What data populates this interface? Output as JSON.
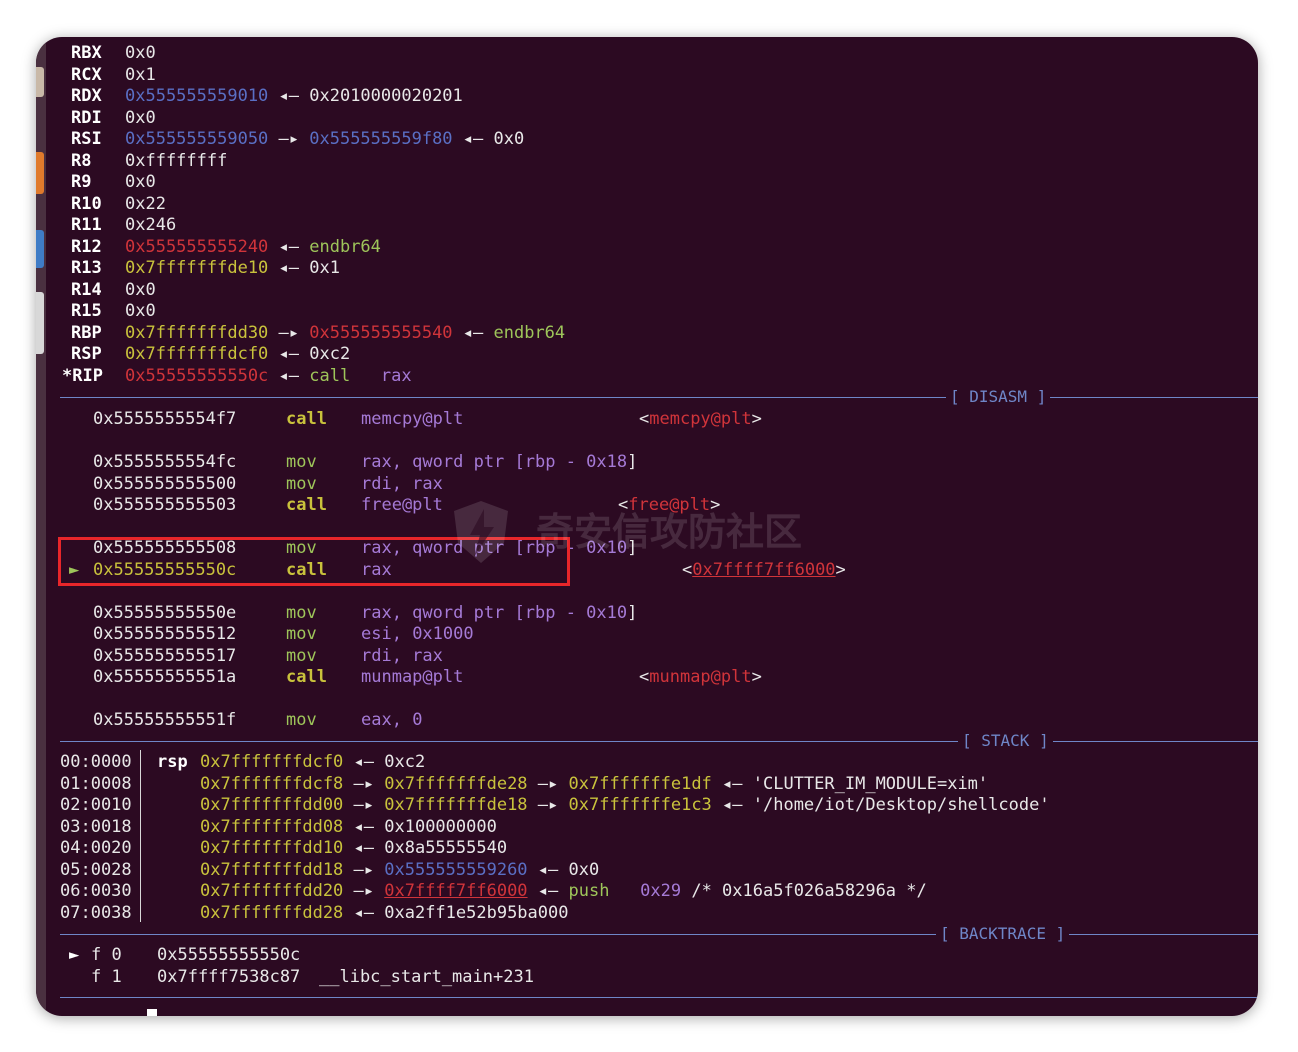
{
  "registers": [
    {
      "name": "RBX",
      "parts": [
        {
          "t": "0x0",
          "c": "w"
        }
      ]
    },
    {
      "name": "RCX",
      "parts": [
        {
          "t": "0x1",
          "c": "w"
        }
      ]
    },
    {
      "name": "RDX",
      "parts": [
        {
          "t": "0x555555559010",
          "c": "b"
        },
        {
          "t": " ◂— ",
          "c": "w"
        },
        {
          "t": "0x2010000020201",
          "c": "w"
        }
      ]
    },
    {
      "name": "RDI",
      "parts": [
        {
          "t": "0x0",
          "c": "w"
        }
      ]
    },
    {
      "name": "RSI",
      "parts": [
        {
          "t": "0x555555559050",
          "c": "b"
        },
        {
          "t": " —▸ ",
          "c": "w"
        },
        {
          "t": "0x555555559f80",
          "c": "b"
        },
        {
          "t": " ◂— ",
          "c": "w"
        },
        {
          "t": "0x0",
          "c": "w"
        }
      ]
    },
    {
      "name": "R8",
      "parts": [
        {
          "t": "0xffffffff",
          "c": "w"
        }
      ]
    },
    {
      "name": "R9",
      "parts": [
        {
          "t": "0x0",
          "c": "w"
        }
      ]
    },
    {
      "name": "R10",
      "parts": [
        {
          "t": "0x22",
          "c": "w"
        }
      ]
    },
    {
      "name": "R11",
      "parts": [
        {
          "t": "0x246",
          "c": "w"
        }
      ]
    },
    {
      "name": "R12",
      "parts": [
        {
          "t": "0x555555555240",
          "c": "r"
        },
        {
          "t": " ◂— ",
          "c": "w"
        },
        {
          "t": "endbr64",
          "c": "g"
        }
      ]
    },
    {
      "name": "R13",
      "parts": [
        {
          "t": "0x7fffffffde10",
          "c": "y"
        },
        {
          "t": " ◂— ",
          "c": "w"
        },
        {
          "t": "0x1",
          "c": "w"
        }
      ]
    },
    {
      "name": "R14",
      "parts": [
        {
          "t": "0x0",
          "c": "w"
        }
      ]
    },
    {
      "name": "R15",
      "parts": [
        {
          "t": "0x0",
          "c": "w"
        }
      ]
    },
    {
      "name": "RBP",
      "parts": [
        {
          "t": "0x7fffffffdd30",
          "c": "y"
        },
        {
          "t": " —▸ ",
          "c": "w"
        },
        {
          "t": "0x555555555540",
          "c": "r"
        },
        {
          "t": " ◂— ",
          "c": "w"
        },
        {
          "t": "endbr64",
          "c": "g"
        }
      ]
    },
    {
      "name": "RSP",
      "parts": [
        {
          "t": "0x7fffffffdcf0",
          "c": "y"
        },
        {
          "t": " ◂— ",
          "c": "w"
        },
        {
          "t": "0xc2",
          "c": "w"
        }
      ]
    },
    {
      "name": "*RIP",
      "parts": [
        {
          "t": "0x55555555550c",
          "c": "r"
        },
        {
          "t": " ◂— ",
          "c": "w"
        },
        {
          "t": "call   ",
          "c": "g"
        },
        {
          "t": "rax",
          "c": "m"
        }
      ]
    }
  ],
  "sections": {
    "disasm": "[ DISASM ]",
    "stack": "[ STACK ]",
    "backtrace": "[ BACKTRACE ]"
  },
  "disasm": [
    {
      "addr": "0x5555555554f7",
      "op": "call",
      "args": [
        {
          "t": "memcpy@plt",
          "c": "m"
        }
      ],
      "ann": [
        {
          "t": "<",
          "c": "w"
        },
        {
          "t": "memcpy@plt",
          "c": "r"
        },
        {
          "t": ">",
          "c": "w"
        }
      ],
      "ann_col": "a"
    },
    {
      "gap": true
    },
    {
      "addr": "0x5555555554fc",
      "op": "mov",
      "args": [
        {
          "t": "rax, qword ptr [rbp - ",
          "c": "m"
        },
        {
          "t": "0x18",
          "c": "m"
        },
        {
          "t": "]",
          "c": "w"
        }
      ]
    },
    {
      "addr": "0x555555555500",
      "op": "mov",
      "args": [
        {
          "t": "rdi, rax",
          "c": "m"
        }
      ]
    },
    {
      "addr": "0x555555555503",
      "op": "call",
      "args": [
        {
          "t": "free@plt",
          "c": "m"
        }
      ],
      "ann": [
        {
          "t": "<",
          "c": "w"
        },
        {
          "t": "free@plt",
          "c": "r"
        },
        {
          "t": ">",
          "c": "w"
        }
      ],
      "ann_col": "b"
    },
    {
      "gap": true
    },
    {
      "addr": "0x555555555508",
      "op": "mov",
      "args": [
        {
          "t": "rax, qword ptr [rbp - ",
          "c": "m"
        },
        {
          "t": "0x10",
          "c": "m"
        },
        {
          "t": "]",
          "c": "w"
        }
      ]
    },
    {
      "addr": "0x55555555550c",
      "op": "call",
      "current": true,
      "args": [
        {
          "t": "rax",
          "c": "m"
        }
      ],
      "ann": [
        {
          "t": "<",
          "c": "w"
        },
        {
          "t": "0x7ffff7ff6000",
          "c": "r ul"
        },
        {
          "t": ">",
          "c": "w"
        }
      ],
      "ann_col": "c"
    },
    {
      "gap": true
    },
    {
      "addr": "0x55555555550e",
      "op": "mov",
      "args": [
        {
          "t": "rax, qword ptr [rbp - ",
          "c": "m"
        },
        {
          "t": "0x10",
          "c": "m"
        },
        {
          "t": "]",
          "c": "w"
        }
      ]
    },
    {
      "addr": "0x555555555512",
      "op": "mov",
      "args": [
        {
          "t": "esi, ",
          "c": "m"
        },
        {
          "t": "0x1000",
          "c": "m"
        }
      ]
    },
    {
      "addr": "0x555555555517",
      "op": "mov",
      "args": [
        {
          "t": "rdi, rax",
          "c": "m"
        }
      ]
    },
    {
      "addr": "0x55555555551a",
      "op": "call",
      "args": [
        {
          "t": "munmap@plt",
          "c": "m"
        }
      ],
      "ann": [
        {
          "t": "<",
          "c": "w"
        },
        {
          "t": "munmap@plt",
          "c": "r"
        },
        {
          "t": ">",
          "c": "w"
        }
      ],
      "ann_col": "a"
    },
    {
      "gap": true
    },
    {
      "addr": "0x55555555551f",
      "op": "mov",
      "args": [
        {
          "t": "eax, ",
          "c": "m"
        },
        {
          "t": "0",
          "c": "m"
        }
      ]
    }
  ],
  "stack": [
    {
      "off": "00:0000",
      "reg": "rsp",
      "parts": [
        {
          "t": "0x7fffffffdcf0",
          "c": "y"
        },
        {
          "t": " ◂— ",
          "c": "w"
        },
        {
          "t": "0xc2",
          "c": "w"
        }
      ]
    },
    {
      "off": "01:0008",
      "reg": "",
      "parts": [
        {
          "t": "0x7fffffffdcf8",
          "c": "y"
        },
        {
          "t": " —▸ ",
          "c": "w"
        },
        {
          "t": "0x7fffffffde28",
          "c": "y"
        },
        {
          "t": " —▸ ",
          "c": "w"
        },
        {
          "t": "0x7fffffffe1df",
          "c": "y"
        },
        {
          "t": " ◂— ",
          "c": "w"
        },
        {
          "t": "'CLUTTER_IM_MODULE=xim'",
          "c": "w"
        }
      ]
    },
    {
      "off": "02:0010",
      "reg": "",
      "parts": [
        {
          "t": "0x7fffffffdd00",
          "c": "y"
        },
        {
          "t": " —▸ ",
          "c": "w"
        },
        {
          "t": "0x7fffffffde18",
          "c": "y"
        },
        {
          "t": " —▸ ",
          "c": "w"
        },
        {
          "t": "0x7fffffffe1c3",
          "c": "y"
        },
        {
          "t": " ◂— ",
          "c": "w"
        },
        {
          "t": "'/home/iot/Desktop/shellcode'",
          "c": "w"
        }
      ]
    },
    {
      "off": "03:0018",
      "reg": "",
      "parts": [
        {
          "t": "0x7fffffffdd08",
          "c": "y"
        },
        {
          "t": " ◂— ",
          "c": "w"
        },
        {
          "t": "0x100000000",
          "c": "w"
        }
      ]
    },
    {
      "off": "04:0020",
      "reg": "",
      "parts": [
        {
          "t": "0x7fffffffdd10",
          "c": "y"
        },
        {
          "t": " ◂— ",
          "c": "w"
        },
        {
          "t": "0x8a55555540",
          "c": "w"
        }
      ]
    },
    {
      "off": "05:0028",
      "reg": "",
      "parts": [
        {
          "t": "0x7fffffffdd18",
          "c": "y"
        },
        {
          "t": " —▸ ",
          "c": "w"
        },
        {
          "t": "0x555555559260",
          "c": "b"
        },
        {
          "t": " ◂— ",
          "c": "w"
        },
        {
          "t": "0x0",
          "c": "w"
        }
      ]
    },
    {
      "off": "06:0030",
      "reg": "",
      "parts": [
        {
          "t": "0x7fffffffdd20",
          "c": "y"
        },
        {
          "t": " —▸ ",
          "c": "w"
        },
        {
          "t": "0x7ffff7ff6000",
          "c": "r ul"
        },
        {
          "t": " ◂— ",
          "c": "w"
        },
        {
          "t": "push",
          "c": "g"
        },
        {
          "t": "   0x29",
          "c": "m"
        },
        {
          "t": " /* 0x16a5f026a58296a */",
          "c": "w"
        }
      ]
    },
    {
      "off": "07:0038",
      "reg": "",
      "parts": [
        {
          "t": "0x7fffffffdd28",
          "c": "y"
        },
        {
          "t": " ◂— ",
          "c": "w"
        },
        {
          "t": "0xa2ff1e52b95ba000",
          "c": "w"
        }
      ]
    }
  ],
  "backtrace": [
    {
      "marker": "►",
      "frame": "f 0",
      "addr": "0x55555555550c",
      "sym": ""
    },
    {
      "marker": "",
      "frame": "f 1",
      "addr": "0x7ffff7538c87",
      "sym": "__libc_start_main+231"
    }
  ],
  "watermark": "奇安信攻防社区",
  "colors": {
    "background": "#2c0a22",
    "highlight_box": "#e8262a",
    "separator": "#6f86c8"
  }
}
